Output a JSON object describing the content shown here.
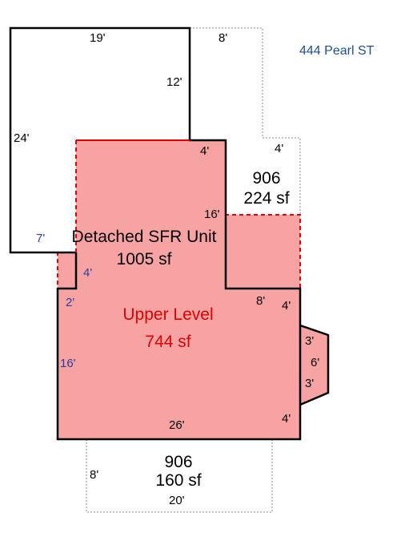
{
  "address": "444 Pearl ST",
  "areas": {
    "detached": {
      "name": "Detached SFR Unit",
      "area": "1005 sf"
    },
    "upper": {
      "name": "Upper Level",
      "area": "744 sf"
    },
    "upper_right": {
      "code": "906",
      "area": "224 sf"
    },
    "lower": {
      "code": "906",
      "area": "160 sf"
    }
  },
  "dimensions": {
    "top_19": "19'",
    "top_8": "8'",
    "right_12": "12'",
    "left_24": "24'",
    "inner_4a": "4'",
    "inner_4b": "4'",
    "dim_16a": "16'",
    "dim_7": "7'",
    "dim_4c": "4'",
    "dim_2": "2'",
    "dim_8b": "8'",
    "dim_4d": "4'",
    "dim_3a": "3'",
    "dim_6": "6'",
    "dim_3b": "3'",
    "dim_16b": "16'",
    "dim_4e": "4'",
    "bottom_26": "26'",
    "bottom_8": "8'",
    "bottom_20": "20'"
  },
  "colors": {
    "fill_upper": "#f7a3a3",
    "outline_red": "#e00000",
    "outline_black": "#000000",
    "dotted": "#888888"
  }
}
